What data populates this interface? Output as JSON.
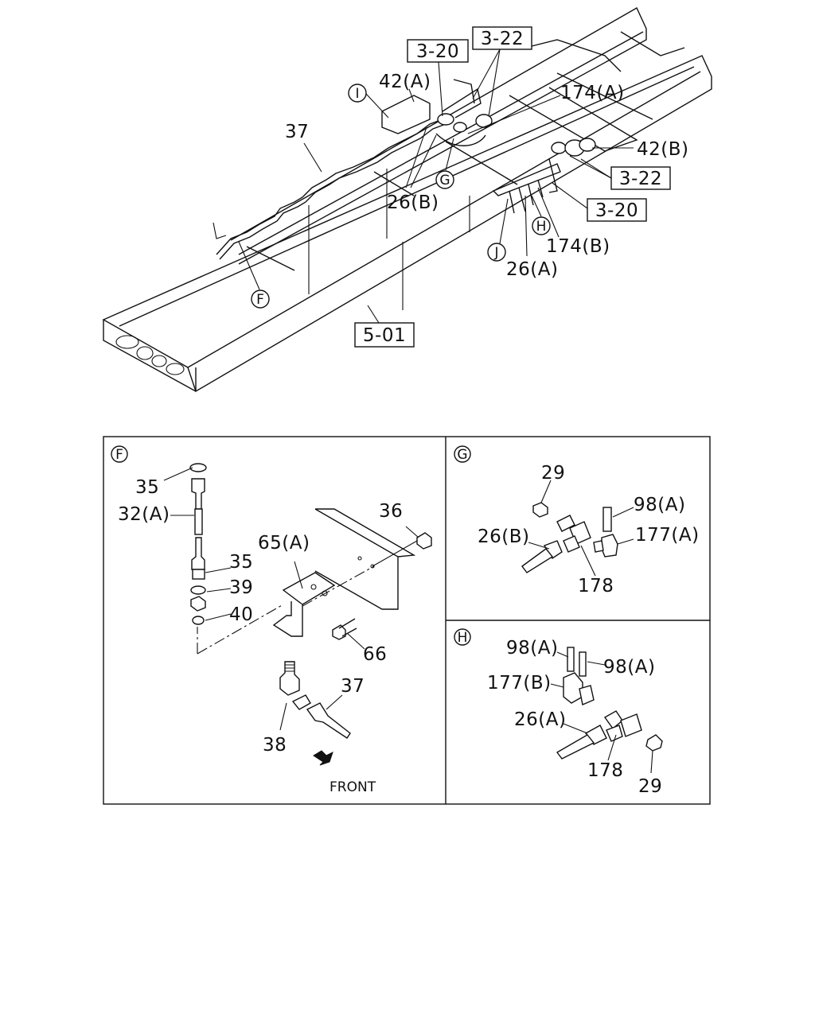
{
  "overview": {
    "labels": {
      "l42a": "42(A)",
      "l37": "37",
      "l174a": "174(A)",
      "l42b": "42(B)",
      "l26b": "26(B)",
      "l174b": "174(B)",
      "l26a": "26(A)"
    },
    "refs": {
      "r320a": "3-20",
      "r322a": "3-22",
      "r322b": "3-22",
      "r320b": "3-20",
      "r501": "5-01"
    },
    "callouts": {
      "I": "I",
      "G": "G",
      "H": "H",
      "J": "J",
      "F": "F"
    }
  },
  "detail_f": {
    "callout": "F",
    "labels": {
      "l35a": "35",
      "l32a": "32(A)",
      "l35b": "35",
      "l39": "39",
      "l40": "40",
      "l65a": "65(A)",
      "l36": "36",
      "l66": "66",
      "l37": "37",
      "l38": "38"
    },
    "front_label": "FRONT"
  },
  "detail_g": {
    "callout": "G",
    "labels": {
      "l29": "29",
      "l98a": "98(A)",
      "l26b": "26(B)",
      "l177a": "177(A)",
      "l178": "178"
    }
  },
  "detail_h": {
    "callout": "H",
    "labels": {
      "l98a1": "98(A)",
      "l98a2": "98(A)",
      "l177b": "177(B)",
      "l26a": "26(A)",
      "l178": "178",
      "l29": "29"
    }
  }
}
